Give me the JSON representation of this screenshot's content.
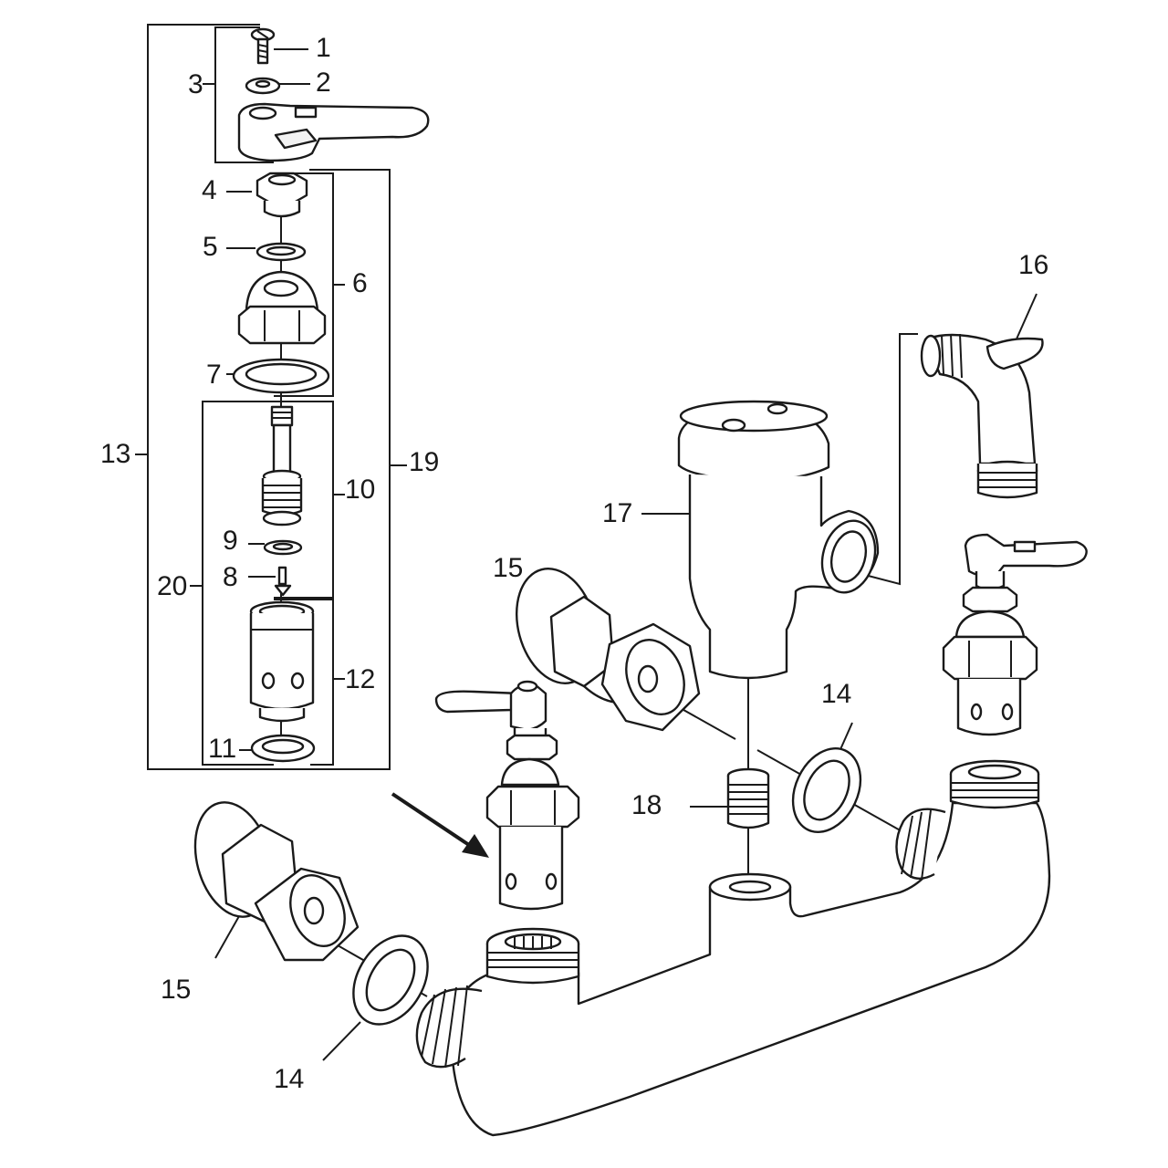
{
  "labels": {
    "l1": "1",
    "l2": "2",
    "l3": "3",
    "l4": "4",
    "l5": "5",
    "l6": "6",
    "l7": "7",
    "l8": "8",
    "l9": "9",
    "l10": "10",
    "l11": "11",
    "l12": "12",
    "l13": "13",
    "l14a": "14",
    "l14b": "14",
    "l15a": "15",
    "l15b": "15",
    "l16": "16",
    "l17": "17",
    "l18": "18",
    "l19": "19",
    "l20": "20"
  },
  "colors": {
    "line": "#1a1a1a",
    "background": "#ffffff"
  }
}
